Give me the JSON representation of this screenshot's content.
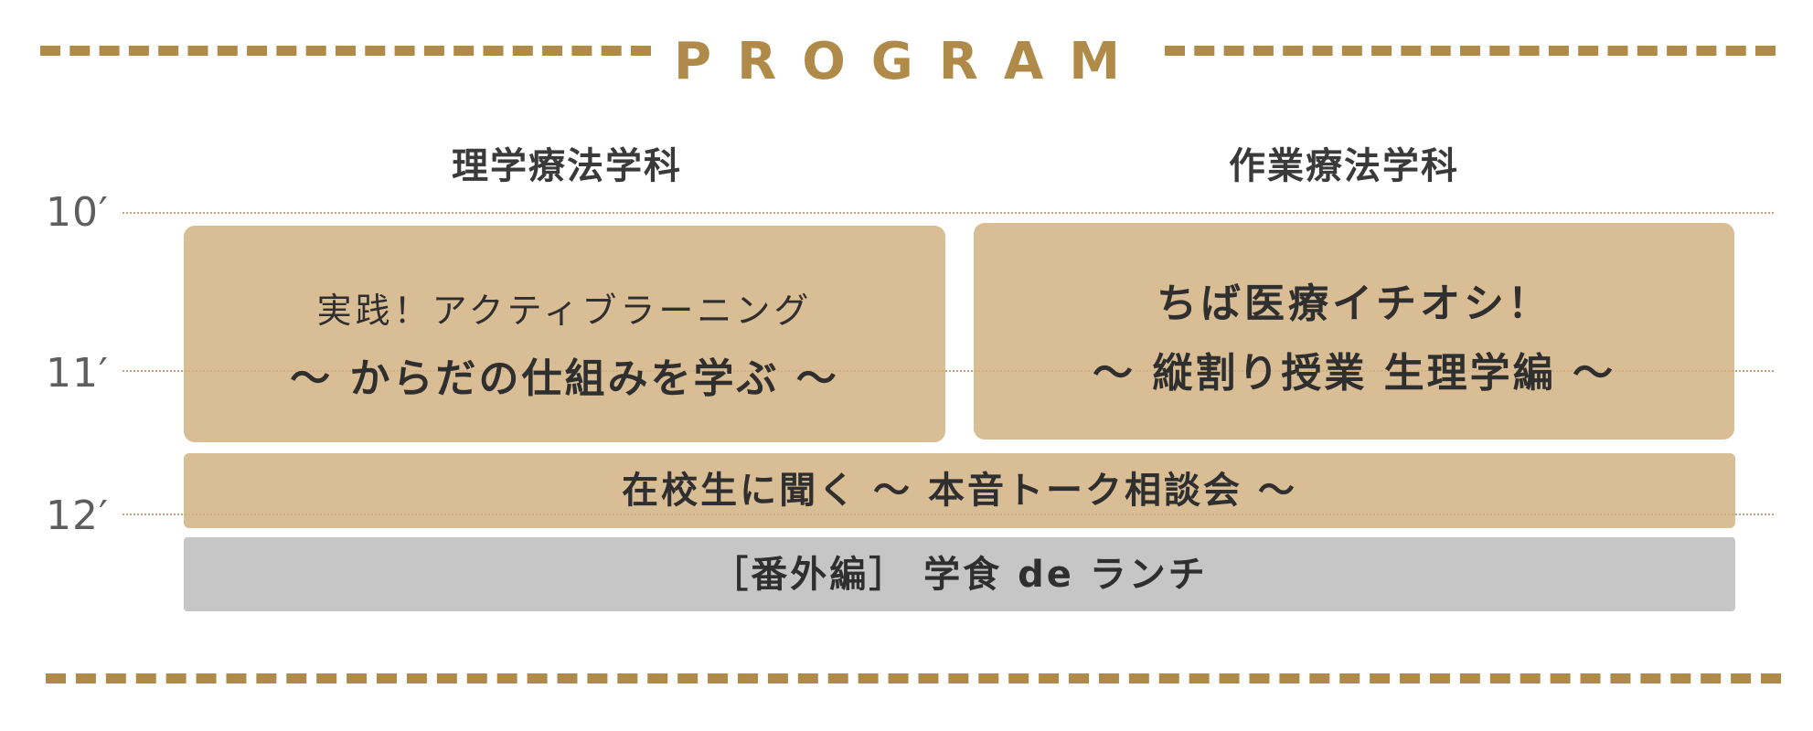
{
  "header": {
    "title": "PROGRAM"
  },
  "columns": {
    "left_title": "理学療法学科",
    "right_title": "作業療法学科"
  },
  "times": [
    "10′",
    "11′",
    "12′"
  ],
  "sessions": {
    "physical": {
      "line1": "実践！アクティブラーニング",
      "line2": "～ からだの仕組みを学ぶ ～"
    },
    "occupational": {
      "line1": "ちば医療イチオシ！",
      "line2": "～ 縦割り授業 生理学編 ～"
    },
    "counseling": "在校生に聞く ～ 本音トーク相談会 ～",
    "lunch": "［番外編］ 学食 de ランチ"
  },
  "colors": {
    "accent": "#b08a48",
    "session_bg": "#d7bd95",
    "lunch_bg": "#c6c6c6",
    "text": "#2f2f2f"
  }
}
